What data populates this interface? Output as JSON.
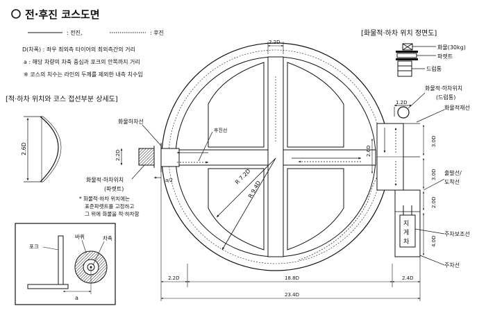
{
  "title": "전·후진 코스도면",
  "legend": {
    "forward": ": 전진,",
    "backward": ": 후진",
    "note_d": "D(차폭) : 좌우 최외측 타이어의 최외측간의 거리",
    "note_a": "a : 해당 차량의 차축 중심과 포크의 안쪽까지 거리",
    "note_dim": "※ 코스의 치수는 라인의 두께를 제외한 내측 치수임"
  },
  "front_view": {
    "title": "[화물적·하차 위치 정면도]",
    "cargo": "화물(30kg)",
    "pallet": "파렛트",
    "drum": "드럼통"
  },
  "detail": {
    "title": "[적·하차 위치와 코스 접선부분 상세도]",
    "dim": "2.6D"
  },
  "course": {
    "unload_line": "화물하차선",
    "reverse_line": "후진선",
    "station_label_1": "화물적·하차위치",
    "station_label_2": "(파렛트)",
    "half_a": "a/2",
    "note_1": "* 화물적·하차 위치에는",
    "note_2": "표준파렛트를 고정하고",
    "note_3": "그 위에 화물을 적·하차함",
    "r_inner": "R 7.2D",
    "r_outer": "R 9.4D",
    "drum_label_1": "화물적·하차위치",
    "drum_label_2": "(드럼통)",
    "reload_line": "화물적재선",
    "start_label_1": "출발선/",
    "start_label_2": "도착선",
    "park_guard": "주차보조선",
    "park_line": "주차선",
    "forklift_1": "지",
    "forklift_2": "게",
    "forklift_3": "차"
  },
  "dimensions": {
    "top_gap": "2.2D",
    "left_entry": "2.2D",
    "drum_gap": "1.2D",
    "right_width": "2.6D",
    "v1": "3.0D",
    "v2": "3.0D",
    "v3": "2.0D",
    "v4": "4.0D",
    "bottom_left": "2.2D",
    "bottom_mid": "18.8D",
    "bottom_right": "2.4D",
    "total": "23.4D"
  },
  "inset": {
    "fork": "포크",
    "wheel": "바퀴",
    "axle": "차축",
    "a": "a"
  }
}
